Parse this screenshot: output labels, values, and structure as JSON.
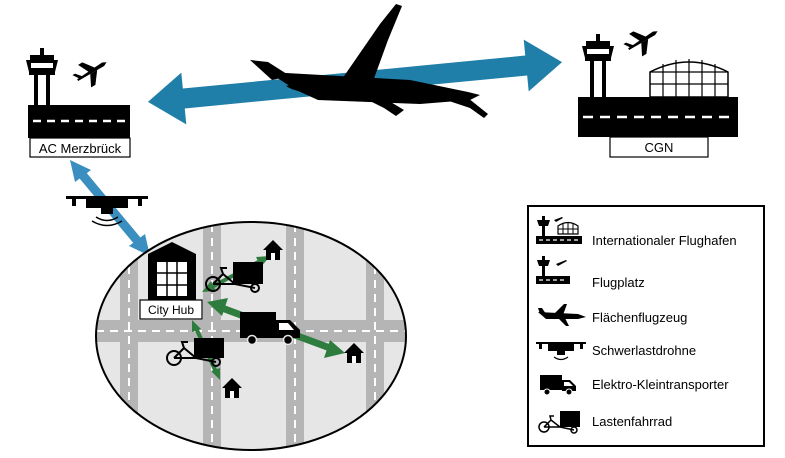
{
  "airports": {
    "left_label": "AC Merzbrück",
    "right_label": "CGN"
  },
  "city": {
    "hub_label": "City Hub"
  },
  "legend": {
    "items": [
      {
        "icon": "international-airport-icon",
        "label": "Internationaler Flughafen"
      },
      {
        "icon": "airfield-icon",
        "label": "Flugplatz"
      },
      {
        "icon": "fixed-wing-aircraft-icon",
        "label": "Flächenflugzeug"
      },
      {
        "icon": "heavy-lift-drone-icon",
        "label": "Schwerlastdrohne"
      },
      {
        "icon": "electric-van-icon",
        "label": "Elektro-Kleintransporter"
      },
      {
        "icon": "cargo-bike-icon",
        "label": "Lastenfahrrad"
      }
    ]
  },
  "colors": {
    "air_route": "#1f7fa8",
    "drone_route": "#3a8fc0",
    "ground_route": "#2e7d3e",
    "city_fill": "#e6e6e6",
    "road": "#b5b5b5",
    "ink": "#000000"
  }
}
